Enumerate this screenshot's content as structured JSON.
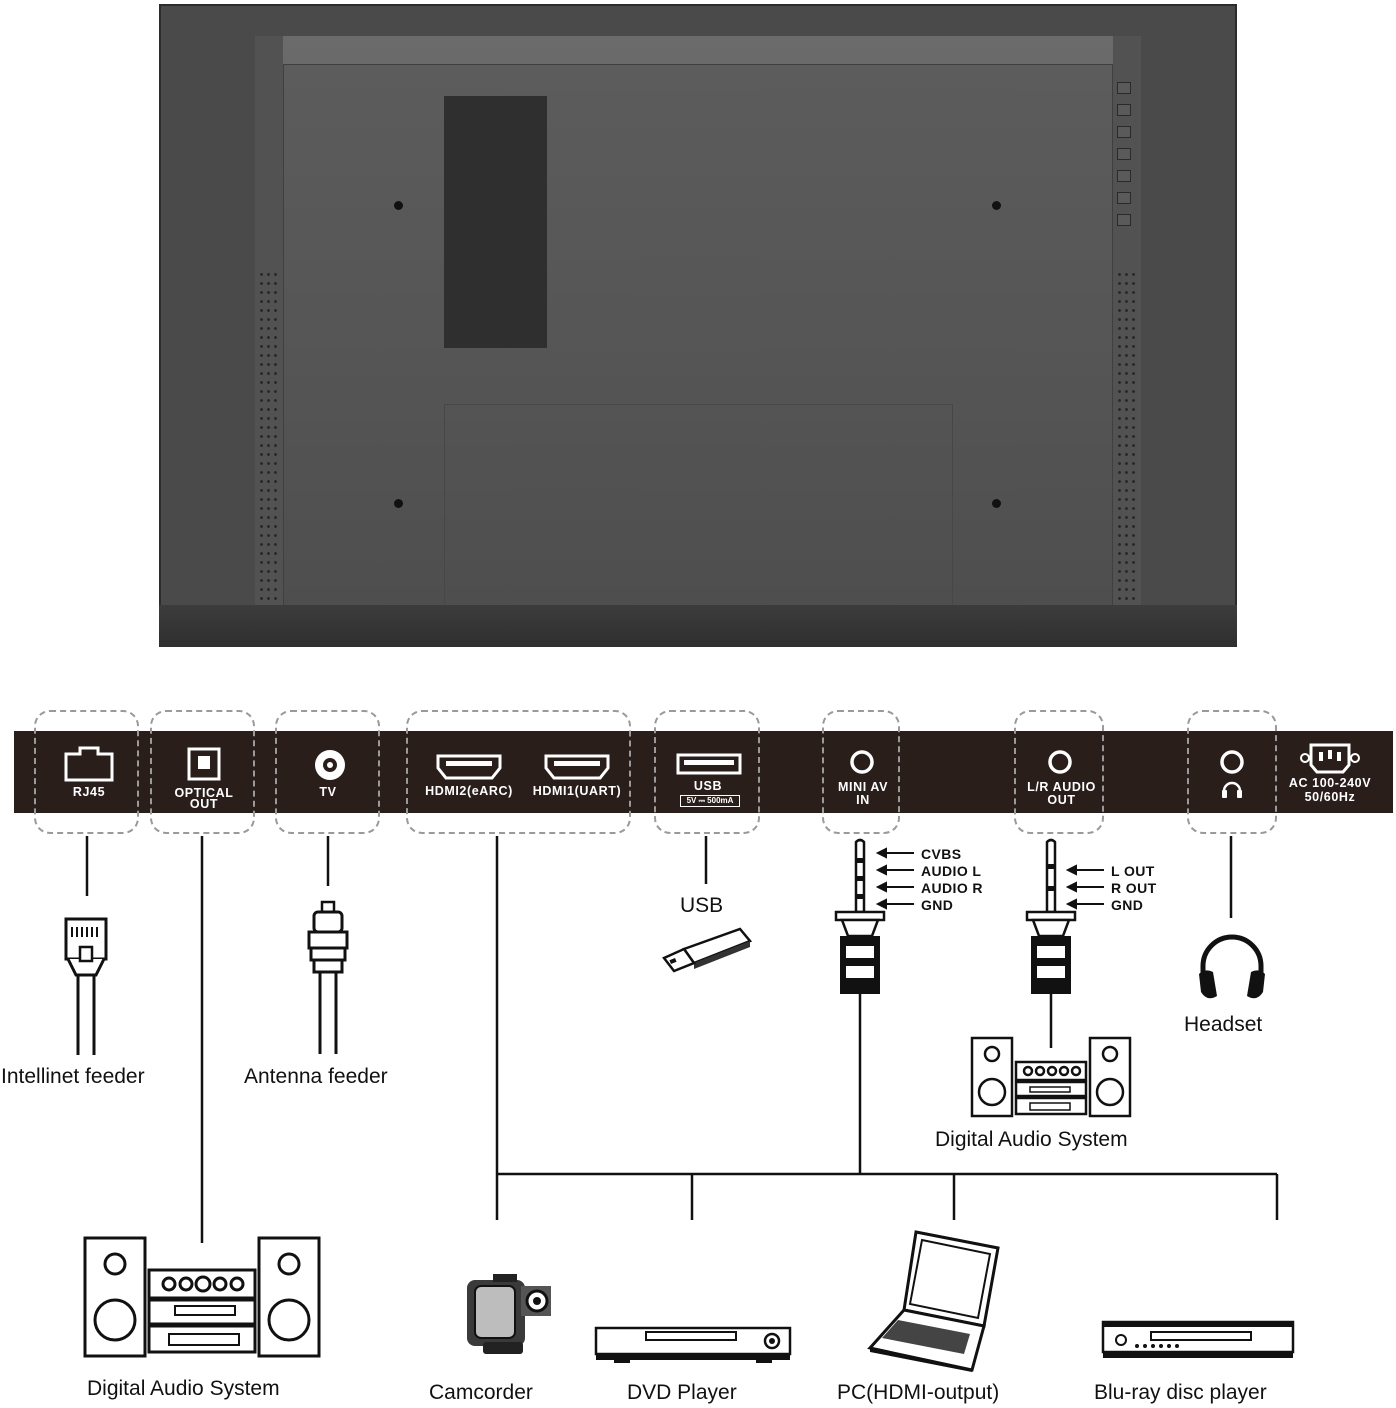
{
  "ports": {
    "rj45": "RJ45",
    "optical_line1": "OPTICAL",
    "optical_line2": "OUT",
    "tv": "TV",
    "hdmi2": "HDMI2(eARC)",
    "hdmi1": "HDMI1(UART)",
    "usb": "USB",
    "usb_rating": "5V ⎓ 500mA",
    "mini_av_line1": "MINI AV",
    "mini_av_line2": "IN",
    "lr_audio_line1": "L/R AUDIO",
    "lr_audio_line2": "OUT",
    "ac_line1": "AC 100-240V",
    "ac_line2": "50/60Hz"
  },
  "mini_av_pins": [
    "CVBS",
    "AUDIO L",
    "AUDIO R",
    "GND"
  ],
  "lr_audio_pins": [
    "L OUT",
    "R OUT",
    "GND"
  ],
  "devices": {
    "intellinet": "Intellinet feeder",
    "antenna": "Antenna feeder",
    "usb": "USB",
    "headset": "Headset",
    "audio_system_right": "Digital Audio System",
    "audio_system_left": "Digital Audio System",
    "camcorder": "Camcorder",
    "dvd": "DVD Player",
    "pc": "PC(HDMI-output)",
    "bluray": "Blu-ray disc player"
  },
  "colors": {
    "strip": "#2a1e1b",
    "tv_body": "#4a4a4a",
    "line": "#111111"
  }
}
